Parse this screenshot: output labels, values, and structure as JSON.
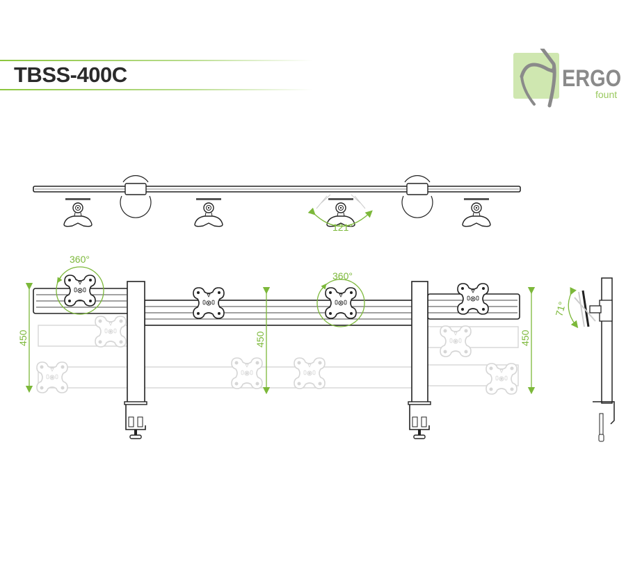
{
  "header": {
    "title": "TBSS-400C"
  },
  "logo": {
    "brand": "ERGO",
    "sub": "fount"
  },
  "annotations": {
    "top_view_rotation": "121°",
    "rotation_left": "360°",
    "rotation_center": "360°",
    "tilt": "71°",
    "height_left": "450",
    "height_center": "450",
    "height_right": "450"
  },
  "colors": {
    "accent": "#7cb83a",
    "line": "#2a2a2a",
    "ghost": "#d8d8d8"
  }
}
